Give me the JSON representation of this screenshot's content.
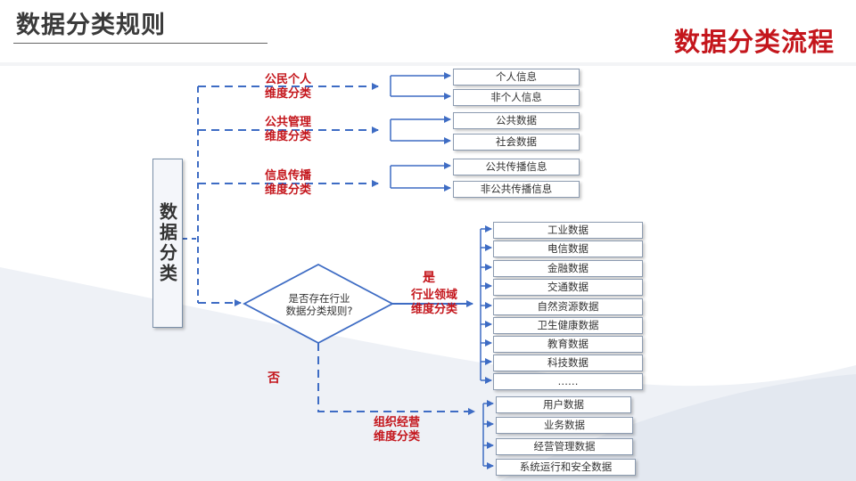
{
  "header": {
    "title": "数据分类规则",
    "subtitle": "数据分类流程"
  },
  "diagram": {
    "root": "数据分类",
    "categories": [
      {
        "label_line1": "公民个人",
        "label_line2": "维度分类",
        "leaves": [
          "个人信息",
          "非个人信息"
        ]
      },
      {
        "label_line1": "公共管理",
        "label_line2": "维度分类",
        "leaves": [
          "公共数据",
          "社会数据"
        ]
      },
      {
        "label_line1": "信息传播",
        "label_line2": "维度分类",
        "leaves": [
          "公共传播信息",
          "非公共传播信息"
        ]
      }
    ],
    "decision": {
      "line1": "是否存在行业",
      "line2": "数据分类规则?",
      "yes": "是",
      "no": "否"
    },
    "industry": {
      "label_line1": "行业领域",
      "label_line2": "维度分类",
      "leaves": [
        "工业数据",
        "电信数据",
        "金融数据",
        "交通数据",
        "自然资源数据",
        "卫生健康数据",
        "教育数据",
        "科技数据",
        "……"
      ]
    },
    "organization": {
      "label_line1": "组织经营",
      "label_line2": "维度分类",
      "leaves": [
        "用户数据",
        "业务数据",
        "经营管理数据",
        "系统运行和安全数据"
      ]
    }
  },
  "colors": {
    "accent_red": "#c4161c",
    "line_blue": "#3e6cc4",
    "title_gray": "#3a3a3a"
  }
}
